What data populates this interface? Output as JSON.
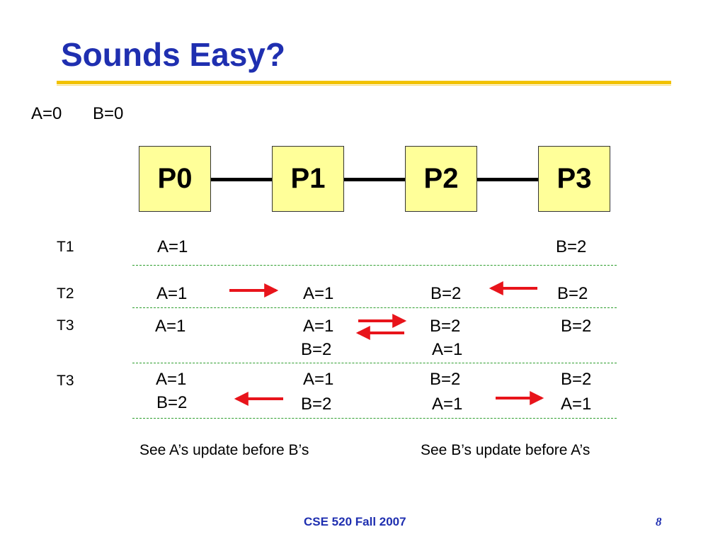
{
  "slide": {
    "title": "Sounds Easy?",
    "initial": {
      "a": "A=0",
      "b": "B=0"
    },
    "processors": [
      "P0",
      "P1",
      "P2",
      "P3"
    ],
    "rows": {
      "t1": {
        "label": "T1",
        "p0": "A=1",
        "p3": "B=2"
      },
      "t2": {
        "label": "T2",
        "p0": "A=1",
        "p1": "A=1",
        "p2": "B=2",
        "p3": "B=2"
      },
      "t3a": {
        "label": "T3",
        "p0": "A=1",
        "p1_line1": "A=1",
        "p1_line2": "B=2",
        "p2_line1": "B=2",
        "p2_line2": "A=1",
        "p3": "B=2"
      },
      "t3b": {
        "label": "T3",
        "p0_line1": "A=1",
        "p0_line2": "B=2",
        "p1_line1": "A=1",
        "p1_line2": "B=2",
        "p2_line1": "B=2",
        "p2_line2": "A=1",
        "p3_line1": "B=2",
        "p3_line2": "A=1"
      }
    },
    "captions": {
      "left": "See A’s update before B’s",
      "right": "See B’s update before A’s"
    },
    "footer": {
      "course": "CSE 520 Fall 2007",
      "page": "8"
    },
    "colors": {
      "title": "#1f2fb0",
      "rule": "#f2c200",
      "box_fill": "#ffff99",
      "arrow": "#e8141b",
      "dashed_line": "#2e9e2e"
    }
  }
}
